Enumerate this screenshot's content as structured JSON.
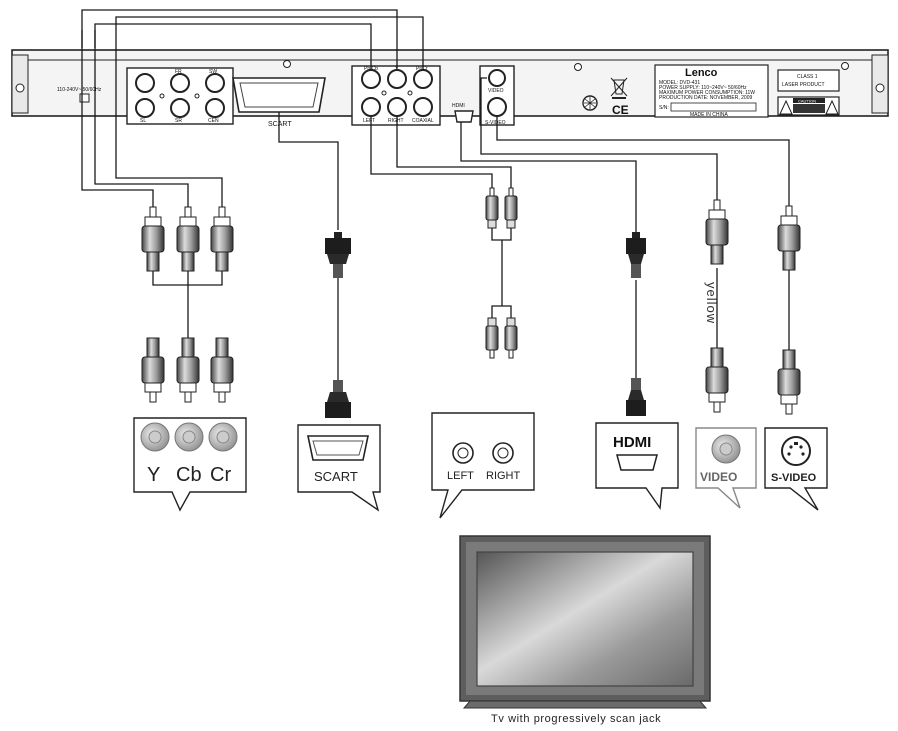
{
  "player": {
    "power_label": "110-240V~ 50/60Hz",
    "scart_label": "SCART",
    "jack_labels": {
      "5_1_top": [
        "FR",
        "SW"
      ],
      "5_1_bottom": [
        "SL",
        "SR",
        "CEN"
      ],
      "component_top": [
        "Pb/Cb",
        "Y",
        "Pr/Cr"
      ],
      "audio_bottom": [
        "LEFT",
        "RIGHT",
        "COAXIAL"
      ],
      "hdmi": "HDMI",
      "video": "VIDEO",
      "svideo": "S-VIDEO"
    },
    "brand": "Lenco",
    "rating_lines": [
      "MODEL: DVD-431",
      "POWER SUPPLY: 110~240V~ 50/60Hz",
      "MAXIMUM POWER CONSUMPTION: 11W",
      "PRODUCTION DATE: NOVEMBER, 2009"
    ],
    "serial_label": "S/N:",
    "made_in": "MADE IN CHINA",
    "ce_mark": "CE",
    "laser_lines": [
      "CLASS 1",
      "LASER PRODUCT"
    ],
    "caution_label": "CAUTION"
  },
  "connectors": {
    "component_labels": [
      "Y",
      "Cb",
      "Cr"
    ],
    "scart_label": "SCART",
    "audio_labels": [
      "LEFT",
      "RIGHT"
    ],
    "hdmi_label": "HDMI",
    "video_label": "VIDEO",
    "svideo_label": "S-VIDEO",
    "cable_color_label": "yellow"
  },
  "tv": {
    "caption": "Tv with progressively scan jack"
  },
  "colors": {
    "line": "#1a1a1a",
    "panel": "#f4f4f4",
    "tv_frame": "#5e5e5e",
    "tv_screen_light": "#e2e2e2",
    "tv_screen_dark": "#6c6c6c",
    "jack_gray": "#9a9a9a"
  }
}
